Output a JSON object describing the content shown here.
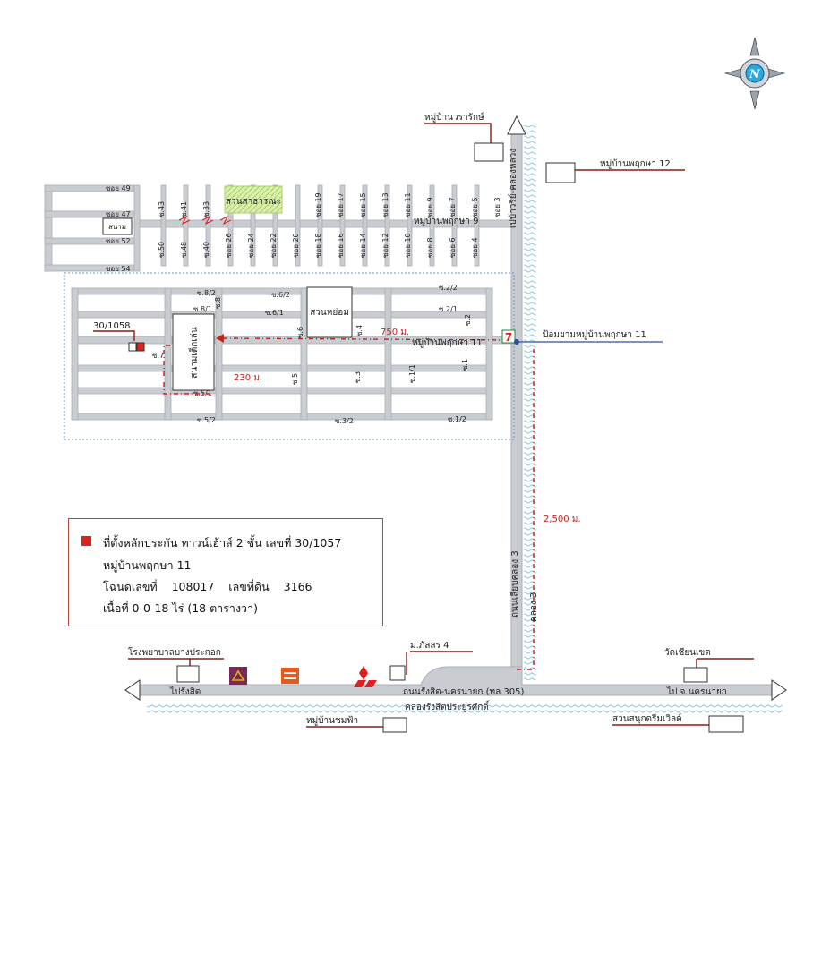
{
  "villages": {
    "varaluck": "หมู่บ้านวรารักษ์",
    "pruksa12": "หมู่บ้านพฤกษา 12",
    "pruksa9": "หมู่บ้านพฤกษา 9",
    "pruksa11": "หมู่บ้านพฤกษา 11",
    "guard_post": "ป้อมยามหมู่บ้านพฤกษา 11",
    "chomfa": "หมู่บ้านชมฟ้า",
    "phatsorn4": "ม.ภัสสร 4"
  },
  "places": {
    "public_park": "สวนสาธารณะ",
    "small_park": "สวนหย่อม",
    "playground": "สนามเด็กเล่น",
    "field": "สนาม",
    "hospital": "โรงพยาบาลบางประกอก",
    "temple": "วัดเชียนเขต",
    "dream_world": "สวนสนุกดรีมเวิลด์",
    "seven_eleven": "7"
  },
  "roads": {
    "rangsit_nakhonnayok": "ถนนรังสิต-นครนายก (ทล.305)",
    "khlong3_road": "ถนนเลียบคลอง 3",
    "khlong3": "คลอง 3",
    "canal_south": "คลองรังสิตประยูรศักดิ์",
    "north_canal_label": "เปบ้าวรีย์-คลองหลวง",
    "to_rangsit": "ไปรังสิต",
    "to_nakhonnayok": "ไป จ.นครนายก"
  },
  "sois_north": [
    "ซอย 49",
    "ซอย 47",
    "ซอย 52",
    "ซอย 54"
  ],
  "sois_top_row": [
    "ซ.43",
    "ซ.41",
    "ซ.33",
    "ซอย 19",
    "ซอย 17",
    "ซอย 15",
    "ซอย 13",
    "ซอย 11",
    "ซอย 9",
    "ซอย 7",
    "ซอย 5",
    "ซอย 3"
  ],
  "sois_bottom_row": [
    "ซ.50",
    "ซ.48",
    "ซ.40",
    "ซอย 26",
    "ซอย 24",
    "ซอย 22",
    "ซอย 20",
    "ซอย 18",
    "ซอย 16",
    "ซอย 14",
    "ซอย 12",
    "ซอย 10",
    "ซอย 8",
    "ซอย 6",
    "ซอย 4"
  ],
  "sois_estate": {
    "s8_2": "ซ.8/2",
    "s6_2": "ซ.6/2",
    "s2_2": "ซ.2/2",
    "s8_1": "ซ.8/1",
    "s8": "ซ.8",
    "s6_1": "ซ.6/1",
    "s2_1": "ซ.2/1",
    "s2": "ซ.2",
    "s6": "ซ.6",
    "s4": "ซ.4",
    "s7": "ซ.7",
    "s5": "ซ.5",
    "s3": "ซ.3",
    "s1_1": "ซ.1/1",
    "s1": "ซ.1",
    "s5_1": "ซ.5/1",
    "s5_2": "ซ.5/2",
    "s3_2": "ซ.3/2",
    "s1_2": "ซ.1/2"
  },
  "house_numbers": {
    "neighbor": "30/1058"
  },
  "distances": {
    "d750": "750 ม.",
    "d230": "230 ม.",
    "d2500": "2,500 ม."
  },
  "legend": {
    "line1": "ที่ตั้งหลักประกัน ทาวน์เฮ้าส์ 2 ชั้น เลขที่ 30/1057",
    "line2": "หมู่บ้านพฤกษา 11",
    "title_deed_label": "โฉนดเลขที่",
    "title_deed_value": "108017",
    "land_no_label": "เลขที่ดิน",
    "land_no_value": "3166",
    "area": "เนื้อที่ 0-0-18 ไร่ (18 ตารางวา)"
  },
  "compass": {
    "letter": "N"
  },
  "colors": {
    "road": "#c9cdd1",
    "road_edge": "#a9aeb3",
    "route": "#c8201c",
    "marker": "#e0201c",
    "estate_border": "#6a98c0",
    "park_fill": "#d9f0a8",
    "water": "#9fd0e6",
    "guard_line": "#2b4fa0"
  }
}
